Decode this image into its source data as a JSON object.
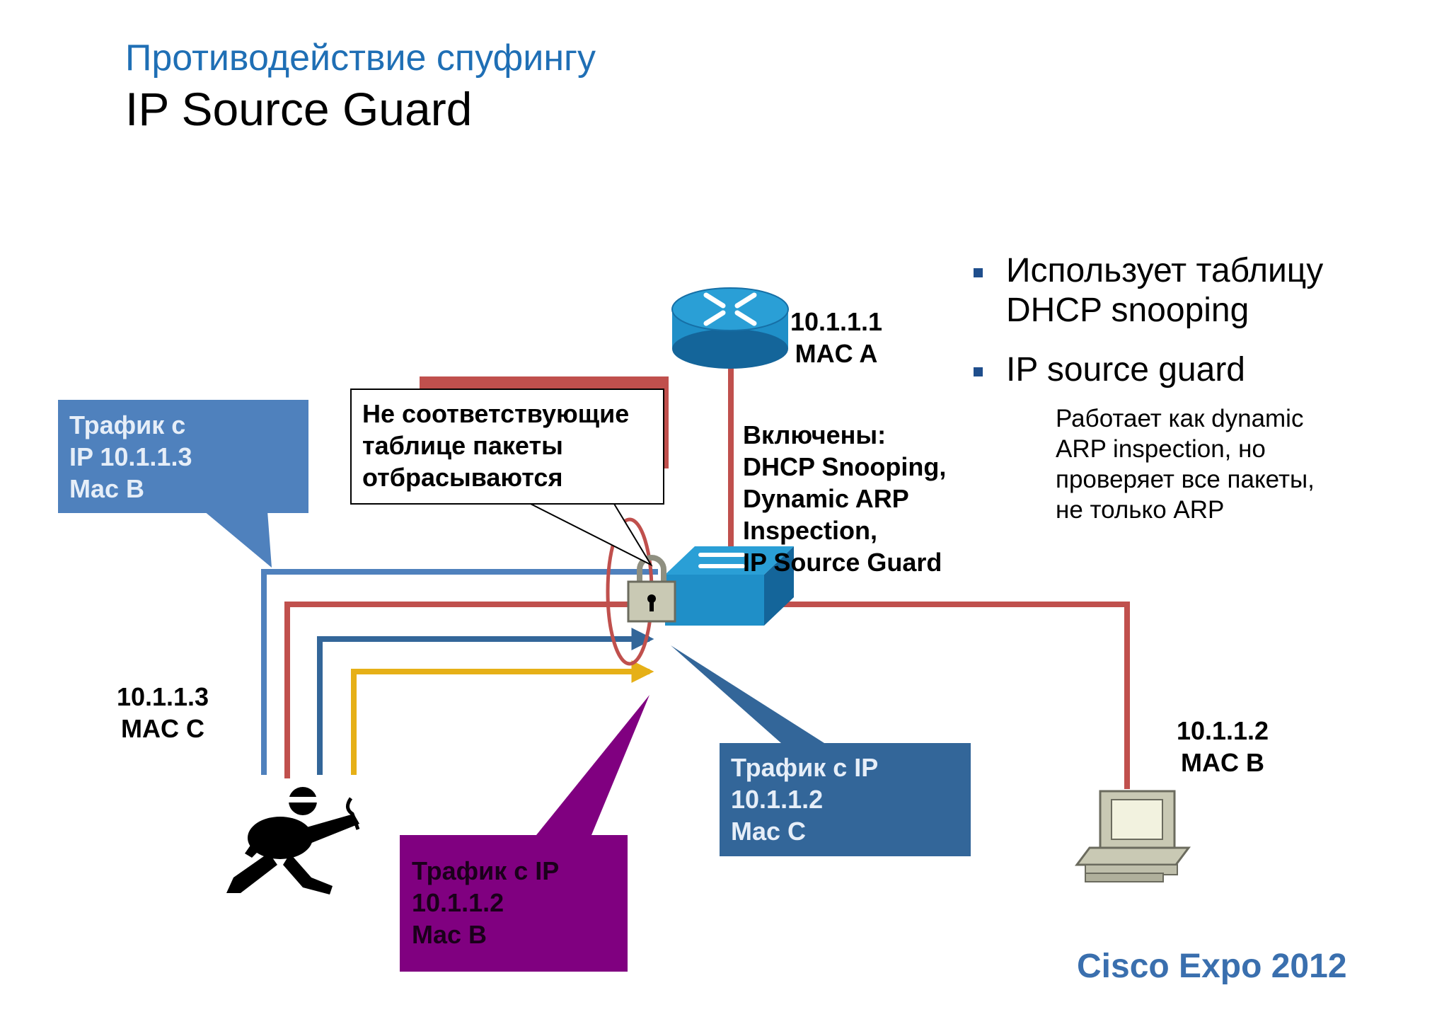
{
  "title": {
    "line1": "Противодействие спуфингу",
    "line2": "IP Source Guard"
  },
  "router": {
    "ip": "10.1.1.1",
    "mac": "MAC A"
  },
  "attacker": {
    "ip": "10.1.1.3",
    "mac": "MAC C"
  },
  "pc": {
    "ip": "10.1.1.2",
    "mac": "MAC B"
  },
  "switch_features": {
    "lines": [
      "Включены:",
      "DHCP Snooping,",
      "Dynamic ARP",
      "Inspection,",
      "IP Source Guard"
    ]
  },
  "callouts": {
    "drop": {
      "lines": [
        "Не соответствующие",
        "таблице пакеты",
        "отбрасываются"
      ]
    },
    "traffic_blue": {
      "lines": [
        "Трафик с",
        "IP 10.1.1.3",
        "Mac B"
      ],
      "color": "#4f81bd"
    },
    "traffic_darkblue": {
      "lines": [
        "Трафик с IP",
        "10.1.1.2",
        "Mac C"
      ],
      "color": "#336699"
    },
    "traffic_purple": {
      "lines": [
        "Трафик с IP",
        "10.1.1.2",
        "Mac B"
      ],
      "color": "#800080"
    }
  },
  "bullets": [
    {
      "lines": [
        "Использует таблицу",
        "DHCP snooping"
      ]
    },
    {
      "lines": [
        "IP source guard"
      ]
    }
  ],
  "bullet_subtext": {
    "lines": [
      "Работает как dynamic",
      "ARP inspection, но",
      "проверяет все пакеты,",
      "не только ARP"
    ]
  },
  "brand": "Cisco Expo 2012",
  "colors": {
    "link_red": "#c0504d",
    "arrow_blue": "#4f81bd",
    "arrow_darkblue": "#336699",
    "arrow_yellow": "#e6b017",
    "switch_blue": "#2a9fd6",
    "router_blue": "#1f8fc8"
  }
}
